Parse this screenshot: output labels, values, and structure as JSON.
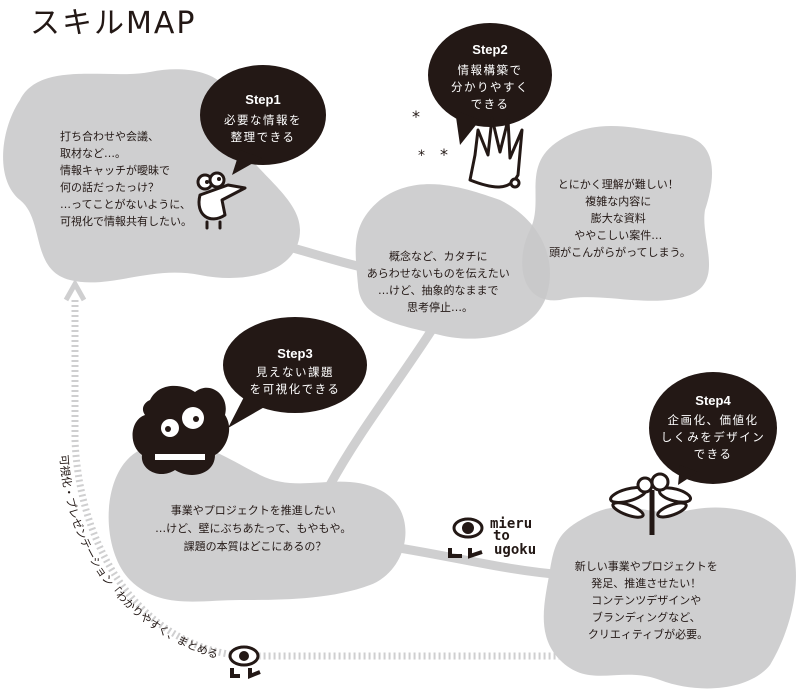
{
  "title": "スキルMAP",
  "areas": [
    {
      "lines": [
        "打ち合わせや会議、",
        "取材など…。",
        "情報キャッチが曖昧で",
        "何の話だったっけ？",
        "…ってことがないように、",
        "可視化で情報共有したい。"
      ]
    },
    {
      "lines": [
        "概念など、カタチに",
        "あらわせないものを伝えたい",
        "…けど、抽象的なままで",
        "思考停止…。"
      ]
    },
    {
      "lines": [
        "とにかく理解が難しい！",
        "複雑な内容に",
        "膨大な資料",
        "ややこしい案件…",
        "頭がこんがらがってしまう。"
      ]
    },
    {
      "lines": [
        "事業やプロジェクトを推進したい",
        "…けど、壁にぶちあたって、もやもや。",
        "課題の本質はどこにあるの？"
      ]
    },
    {
      "lines": [
        "新しい事業やプロジェクトを",
        "発足、推進させたい！",
        "コンテンツデザインや",
        "ブランディングなど、",
        "クリエィティブが必要。"
      ]
    }
  ],
  "steps": [
    {
      "title": "Step1",
      "lines": [
        "必要な情報を",
        "整理できる"
      ]
    },
    {
      "title": "Step2",
      "lines": [
        "情報構築で",
        "分かりやすく",
        "できる"
      ]
    },
    {
      "title": "Step3",
      "lines": [
        "見えない課題",
        "を可視化できる"
      ]
    },
    {
      "title": "Step4",
      "lines": [
        "企画化、価値化",
        "しくみをデザイン",
        "できる"
      ]
    }
  ],
  "path_caption": "可視化・プレゼンテーション「わかりやすく、まとめる」",
  "logo": {
    "line1": "mieru",
    "line2": "to",
    "line3": "ugoku"
  }
}
